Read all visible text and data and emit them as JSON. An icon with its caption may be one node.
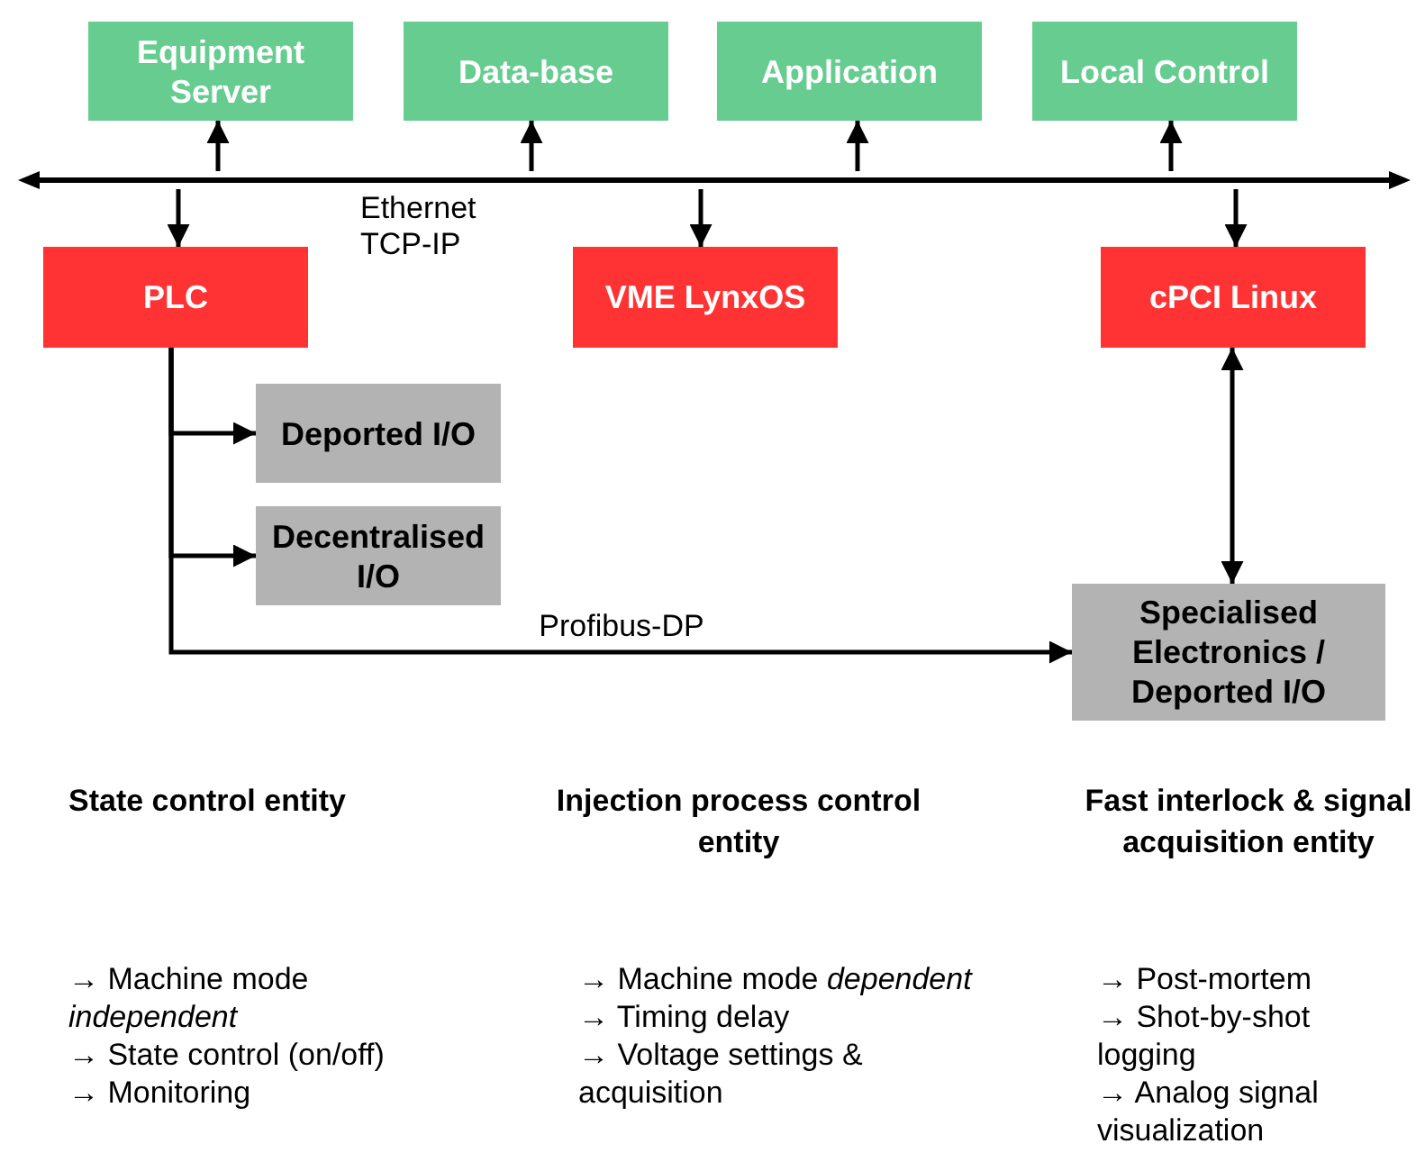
{
  "diagram": {
    "nodes": [
      {
        "text": [
          "Equipment Server"
        ]
      },
      {
        "text": [
          "Data-base"
        ]
      },
      {
        "text": [
          "Application"
        ]
      },
      {
        "text": [
          "Local Control"
        ]
      },
      {
        "text": [],
        "shape": "bar"
      },
      {
        "text": [
          "PLC"
        ]
      },
      {
        "text": [
          "VME LynxOS"
        ]
      },
      {
        "text": [
          "cPCI Linux"
        ]
      },
      {
        "text": [
          "Deported I/O"
        ]
      },
      {
        "text": [
          "Decentralised I/O"
        ]
      },
      {
        "text": [
          "Specialised Electronics / Deported I/O"
        ]
      }
    ],
    "edges": [
      {
        "from": 4,
        "to": 0,
        "arrow": "to"
      },
      {
        "from": 4,
        "to": 1,
        "arrow": "to"
      },
      {
        "from": 4,
        "to": 2,
        "arrow": "to"
      },
      {
        "from": 4,
        "to": 3,
        "arrow": "to"
      },
      {
        "from": 4,
        "to": 5,
        "arrow": "to"
      },
      {
        "from": 4,
        "to": 6,
        "arrow": "to"
      },
      {
        "from": 4,
        "to": 7,
        "arrow": "to"
      },
      {
        "from": 5,
        "to": 8,
        "arrow": "to"
      },
      {
        "from": 5,
        "to": 9,
        "arrow": "to"
      },
      {
        "from": 5,
        "to": 10,
        "arrow": "to",
        "label": "Profibus-DP"
      },
      {
        "from": 7,
        "to": 10,
        "arrow": "both"
      }
    ],
    "labels": [
      "Ethernet TCP-IP",
      "State control entity",
      "Injection process control entity",
      "Fast interlock & signal acquisition entity",
      "→ Machine mode *independent*",
      "→ State control (on/off)",
      "→ Monitoring",
      "→ Machine mode *dependent*",
      "→ Timing delay",
      "→ Voltage settings & acquisition",
      "→ Post-mortem",
      "→ Shot-by-shot logging",
      "→ Analog signal visualization"
    ]
  }
}
